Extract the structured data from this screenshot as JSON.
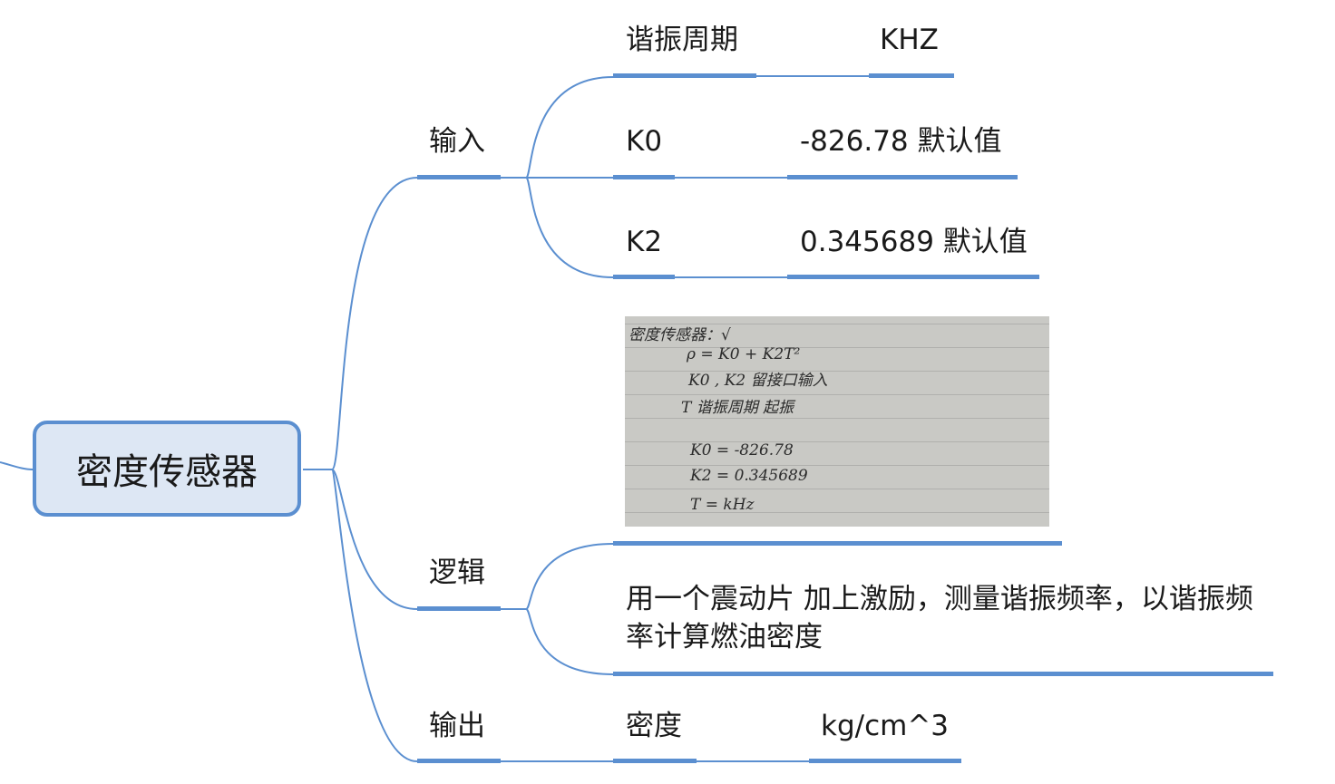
{
  "root": {
    "label": "密度传感器"
  },
  "branches": {
    "input": {
      "label": "输入",
      "items": [
        {
          "name": "谐振周期",
          "value": "KHZ"
        },
        {
          "name": "K0",
          "value": "-826.78 默认值"
        },
        {
          "name": "K2",
          "value": "0.345689 默认值"
        }
      ]
    },
    "logic": {
      "label": "逻辑",
      "description": "用一个震动片 加上激励，测量谐振频率，以谐振频率计算燃油密度"
    },
    "output": {
      "label": "输出",
      "name": "密度",
      "unit": "kg/cm^3"
    }
  },
  "note_image": {
    "lines": [
      "密度传感器：√",
      "ρ = K0 + K2T²",
      "K0 , K2 留接口输入",
      "T 谐振周期  起振",
      "K0 = -826.78",
      "K2 = 0.345689",
      "T = kHz"
    ]
  },
  "colors": {
    "line": "#5b8fd0",
    "root_fill": "#dde7f4",
    "root_border": "#5b8fd0"
  }
}
